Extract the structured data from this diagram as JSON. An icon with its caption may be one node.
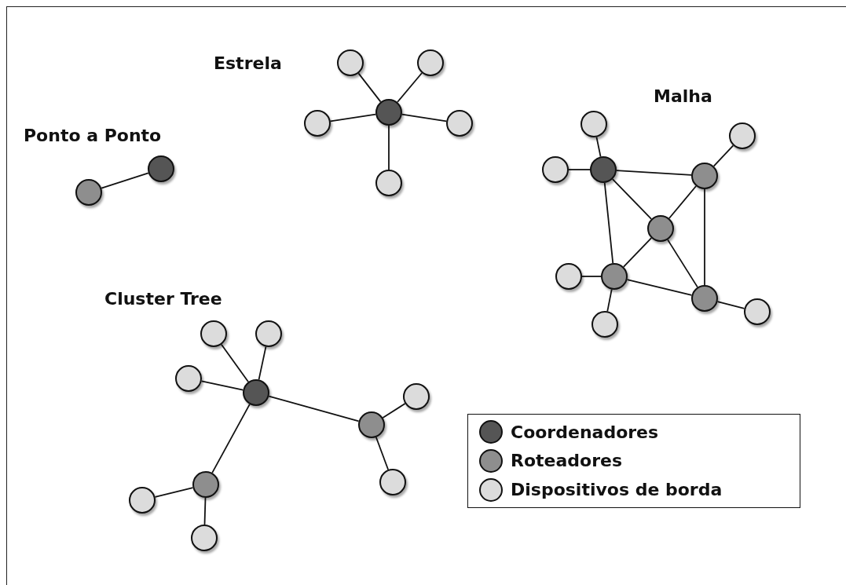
{
  "diagram": {
    "nodes": [
      {
        "text": [],
        "shape": "circle"
      },
      {
        "text": [],
        "shape": "circle"
      },
      {
        "text": [],
        "shape": "circle"
      },
      {
        "text": [],
        "shape": "circle"
      },
      {
        "text": [],
        "shape": "circle"
      },
      {
        "text": [],
        "shape": "circle"
      },
      {
        "text": [],
        "shape": "circle"
      },
      {
        "text": [],
        "shape": "circle"
      },
      {
        "text": [],
        "shape": "circle"
      },
      {
        "text": [],
        "shape": "circle"
      },
      {
        "text": [],
        "shape": "circle"
      },
      {
        "text": [],
        "shape": "circle"
      },
      {
        "text": [],
        "shape": "circle"
      },
      {
        "text": [],
        "shape": "circle"
      },
      {
        "text": [],
        "shape": "circle"
      },
      {
        "text": [],
        "shape": "circle"
      },
      {
        "text": [],
        "shape": "circle"
      },
      {
        "text": [],
        "shape": "circle"
      },
      {
        "text": [],
        "shape": "circle"
      },
      {
        "text": [],
        "shape": "circle"
      },
      {
        "text": [],
        "shape": "circle"
      },
      {
        "text": [],
        "shape": "circle"
      },
      {
        "text": [],
        "shape": "circle"
      },
      {
        "text": [],
        "shape": "circle"
      },
      {
        "text": [],
        "shape": "circle"
      },
      {
        "text": [],
        "shape": "circle"
      },
      {
        "text": [],
        "shape": "circle"
      },
      {
        "text": [],
        "shape": "circle"
      },
      {
        "text": [],
        "shape": "circle"
      }
    ],
    "edges": [
      {
        "from": 0,
        "to": 1,
        "arrow": "none"
      },
      {
        "from": 2,
        "to": 7,
        "arrow": "none"
      },
      {
        "from": 3,
        "to": 7,
        "arrow": "none"
      },
      {
        "from": 4,
        "to": 7,
        "arrow": "none"
      },
      {
        "from": 5,
        "to": 7,
        "arrow": "none"
      },
      {
        "from": 6,
        "to": 7,
        "arrow": "none"
      },
      {
        "from": 8,
        "to": 10,
        "arrow": "none"
      },
      {
        "from": 9,
        "to": 10,
        "arrow": "none"
      },
      {
        "from": 11,
        "to": 12,
        "arrow": "none"
      },
      {
        "from": 10,
        "to": 12,
        "arrow": "none"
      },
      {
        "from": 10,
        "to": 13,
        "arrow": "none"
      },
      {
        "from": 10,
        "to": 15,
        "arrow": "none"
      },
      {
        "from": 12,
        "to": 13,
        "arrow": "none"
      },
      {
        "from": 12,
        "to": 17,
        "arrow": "none"
      },
      {
        "from": 13,
        "to": 15,
        "arrow": "none"
      },
      {
        "from": 13,
        "to": 17,
        "arrow": "none"
      },
      {
        "from": 15,
        "to": 17,
        "arrow": "none"
      },
      {
        "from": 14,
        "to": 15,
        "arrow": "none"
      },
      {
        "from": 15,
        "to": 16,
        "arrow": "none"
      },
      {
        "from": 17,
        "to": 18,
        "arrow": "none"
      },
      {
        "from": 19,
        "to": 22,
        "arrow": "none"
      },
      {
        "from": 20,
        "to": 22,
        "arrow": "none"
      },
      {
        "from": 21,
        "to": 22,
        "arrow": "none"
      },
      {
        "from": 22,
        "to": 24,
        "arrow": "none"
      },
      {
        "from": 22,
        "to": 27,
        "arrow": "none"
      },
      {
        "from": 23,
        "to": 24,
        "arrow": "none"
      },
      {
        "from": 24,
        "to": 25,
        "arrow": "none"
      },
      {
        "from": 26,
        "to": 27,
        "arrow": "none"
      },
      {
        "from": 27,
        "to": 28,
        "arrow": "none"
      }
    ],
    "labels": [
      "Estrela",
      "Malha",
      "Ponto a Ponto",
      "Cluster Tree"
    ],
    "legend": [
      {
        "text": "Coordenadores",
        "color": "#555555"
      },
      {
        "text": "Roteadores",
        "color": "#8e8e8e"
      },
      {
        "text": "Dispositivos de borda",
        "color": "#dcdcdc"
      }
    ]
  }
}
